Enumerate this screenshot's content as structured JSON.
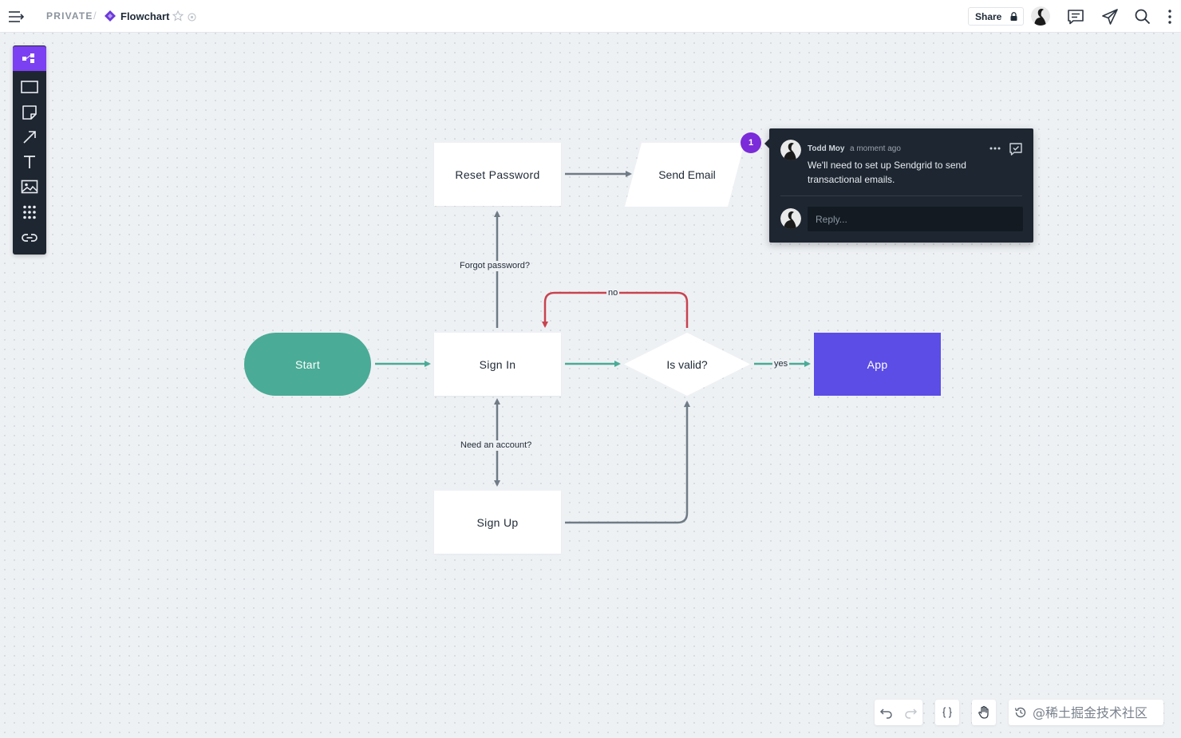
{
  "header": {
    "breadcrumb_private": "PRIVATE",
    "breadcrumb_sep": "/",
    "board_title": "Flowchart",
    "share_label": "Share"
  },
  "toolbar": {
    "tools": [
      "flowchart-tool",
      "rectangle-tool",
      "sticky-note-tool",
      "arrow-tool",
      "text-tool",
      "image-tool",
      "grid-tool",
      "link-tool"
    ]
  },
  "flowchart": {
    "nodes": {
      "start": "Start",
      "sign_in": "Sign In",
      "reset_password": "Reset Password",
      "send_email": "Send Email",
      "is_valid": "Is valid?",
      "app": "App",
      "sign_up": "Sign Up"
    },
    "edge_labels": {
      "forgot_password": "Forgot password?",
      "need_account": "Need an account?",
      "no": "no",
      "yes": "yes"
    }
  },
  "comment": {
    "badge_count": "1",
    "author": "Todd Moy",
    "time": "a moment ago",
    "body": "We'll need to set up Sendgrid to send transactional emails.",
    "reply_placeholder": "Reply..."
  },
  "watermark": "@稀土掘金技术社区",
  "colors": {
    "accent_purple": "#7b40f2",
    "start_green": "#4aab96",
    "app_blue": "#5b4de5",
    "no_red": "#c8434f",
    "connector_gray": "#6f7b86"
  }
}
